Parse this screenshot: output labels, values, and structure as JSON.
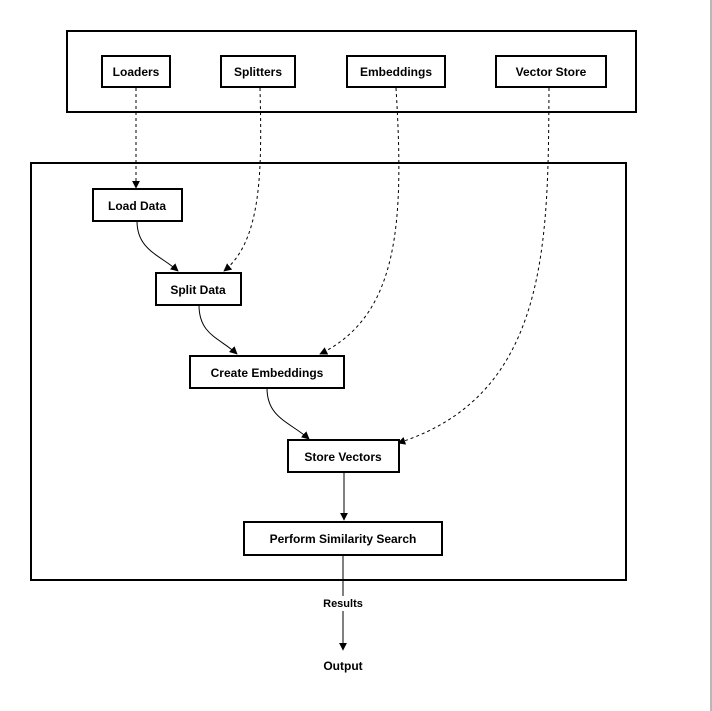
{
  "components": {
    "loaders": "Loaders",
    "splitters": "Splitters",
    "embeddings": "Embeddings",
    "vector_store": "Vector Store"
  },
  "pipeline": {
    "load_data": "Load Data",
    "split_data": "Split Data",
    "create_embeddings": "Create Embeddings",
    "store_vectors": "Store Vectors",
    "perform_similarity_search": "Perform Similarity Search"
  },
  "edge_labels": {
    "results": "Results"
  },
  "output": {
    "label": "Output"
  },
  "colors": {
    "stroke": "#000000",
    "background": "#ffffff"
  }
}
